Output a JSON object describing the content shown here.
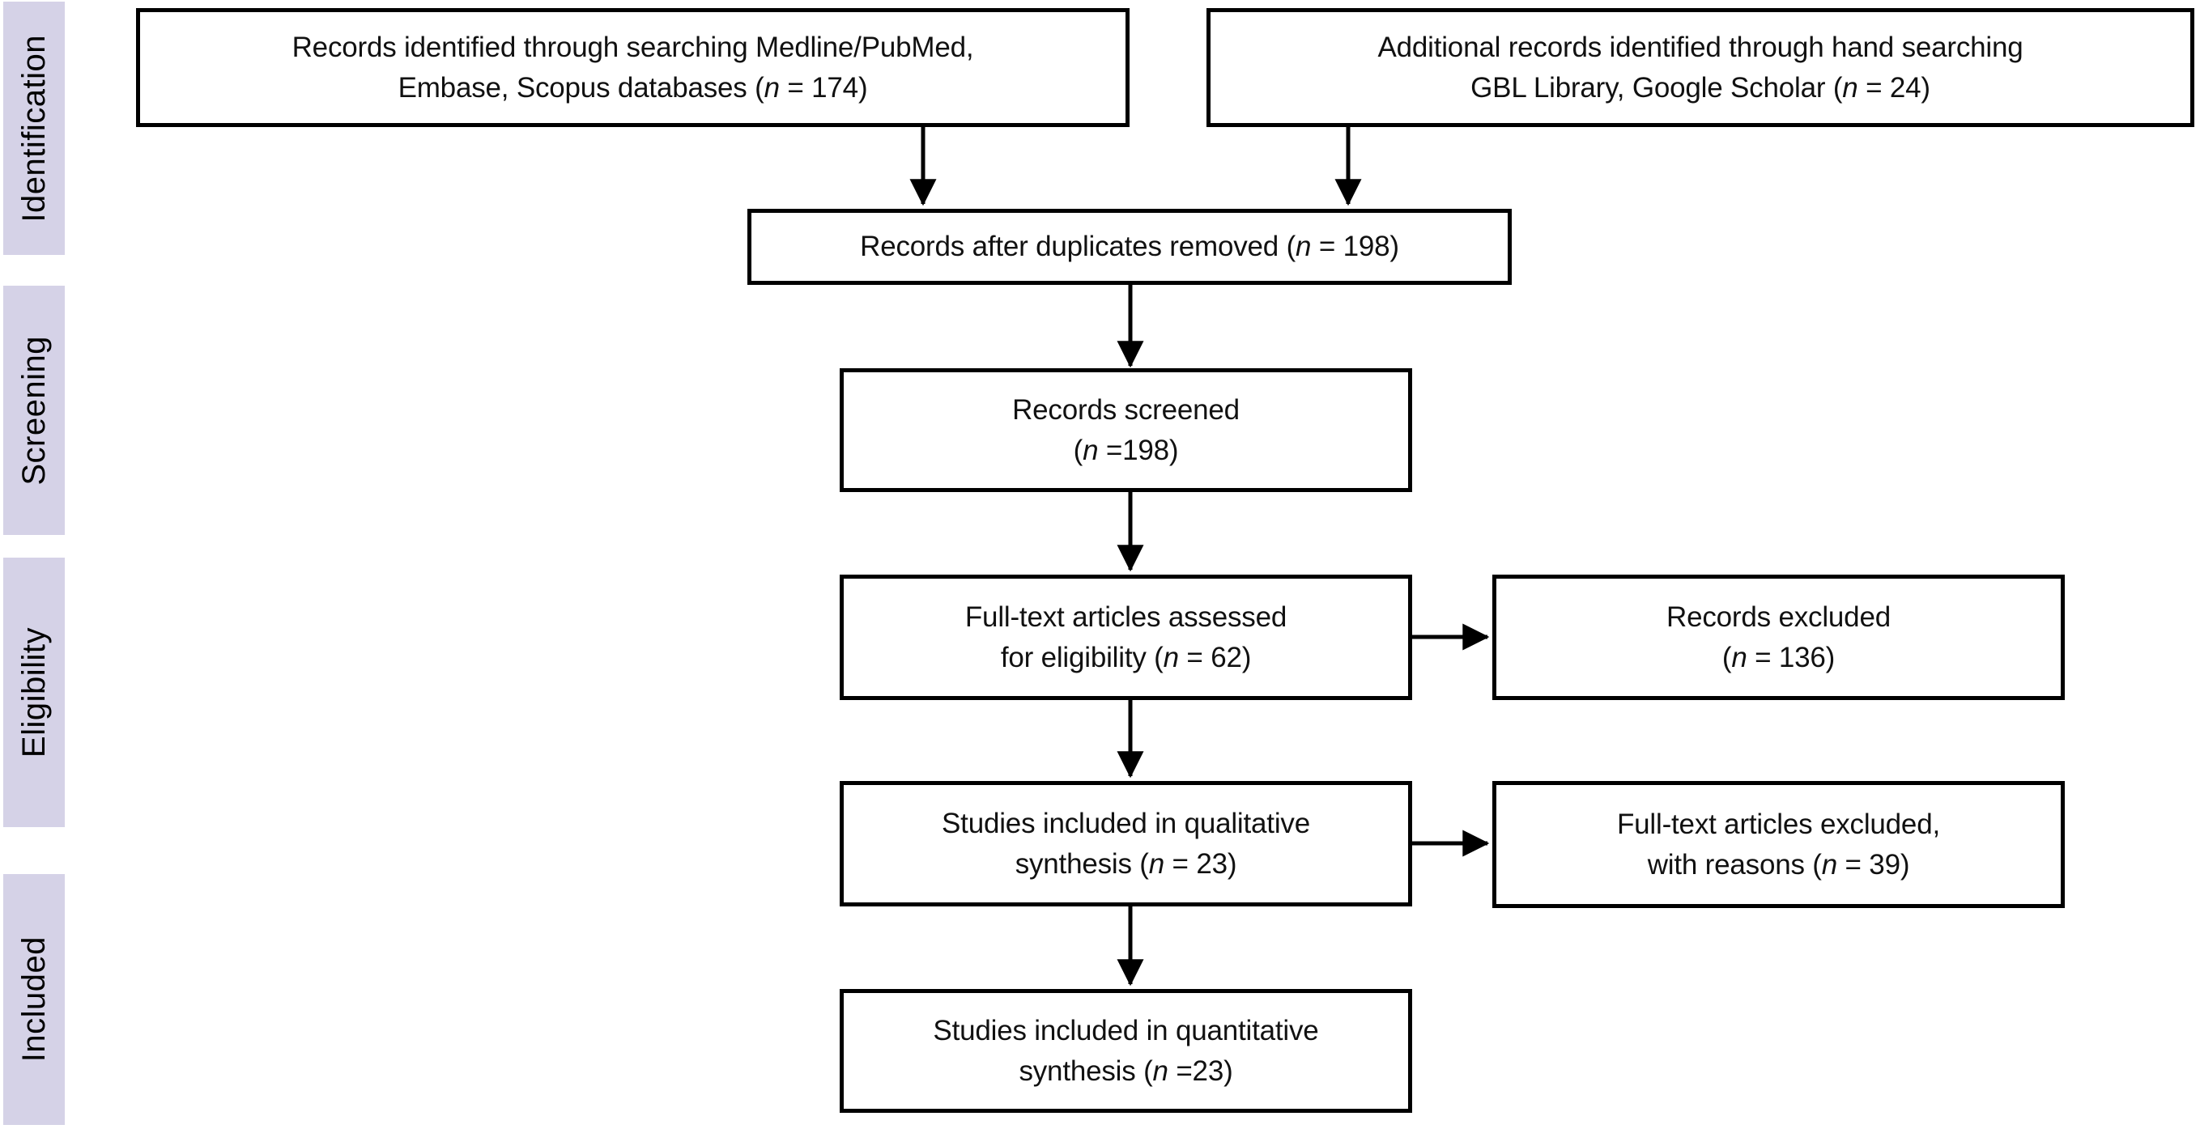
{
  "figure": {
    "stage_fill_color": "#d5d2e7",
    "box_border_color": "#000000",
    "text_color": "#111111"
  },
  "stages": [
    {
      "id": "identification",
      "label": "Identification"
    },
    {
      "id": "screening",
      "label": "Screening"
    },
    {
      "id": "eligibility",
      "label": "Eligibility"
    },
    {
      "id": "included",
      "label": "Included"
    }
  ],
  "boxes": {
    "identified_databases": {
      "text": "Records identified through searching Medline/PubMed,\nEmbase, Scopus databases (n = 174)",
      "n": 174
    },
    "identified_hand": {
      "text": "Additional records identified through hand searching\nGBL Library, Google Scholar (n = 24)",
      "n": 24
    },
    "duplicates_removed": {
      "text": "Records after duplicates removed (n = 198)",
      "n": 198
    },
    "screened": {
      "text": "Records screened\n(n =198)",
      "n": 198
    },
    "fulltext_assessed": {
      "text": "Full-text articles assessed\nfor eligibility (n = 62)",
      "n": 62
    },
    "records_excluded": {
      "text": "Records excluded\n(n = 136)",
      "n": 136
    },
    "qualitative": {
      "text": "Studies included in qualitative\nsynthesis (n = 23)",
      "n": 23
    },
    "fulltext_excluded": {
      "text": "Full-text articles excluded,\nwith reasons (n = 39)",
      "n": 39
    },
    "quantitative": {
      "text": "Studies included in quantitative\nsynthesis (n =23)",
      "n": 23
    }
  },
  "edges": [
    {
      "from": "identified_databases",
      "to": "duplicates_removed"
    },
    {
      "from": "identified_hand",
      "to": "duplicates_removed"
    },
    {
      "from": "duplicates_removed",
      "to": "screened"
    },
    {
      "from": "screened",
      "to": "fulltext_assessed"
    },
    {
      "from": "fulltext_assessed",
      "to": "records_excluded"
    },
    {
      "from": "fulltext_assessed",
      "to": "qualitative"
    },
    {
      "from": "qualitative",
      "to": "fulltext_excluded"
    },
    {
      "from": "qualitative",
      "to": "quantitative"
    }
  ]
}
